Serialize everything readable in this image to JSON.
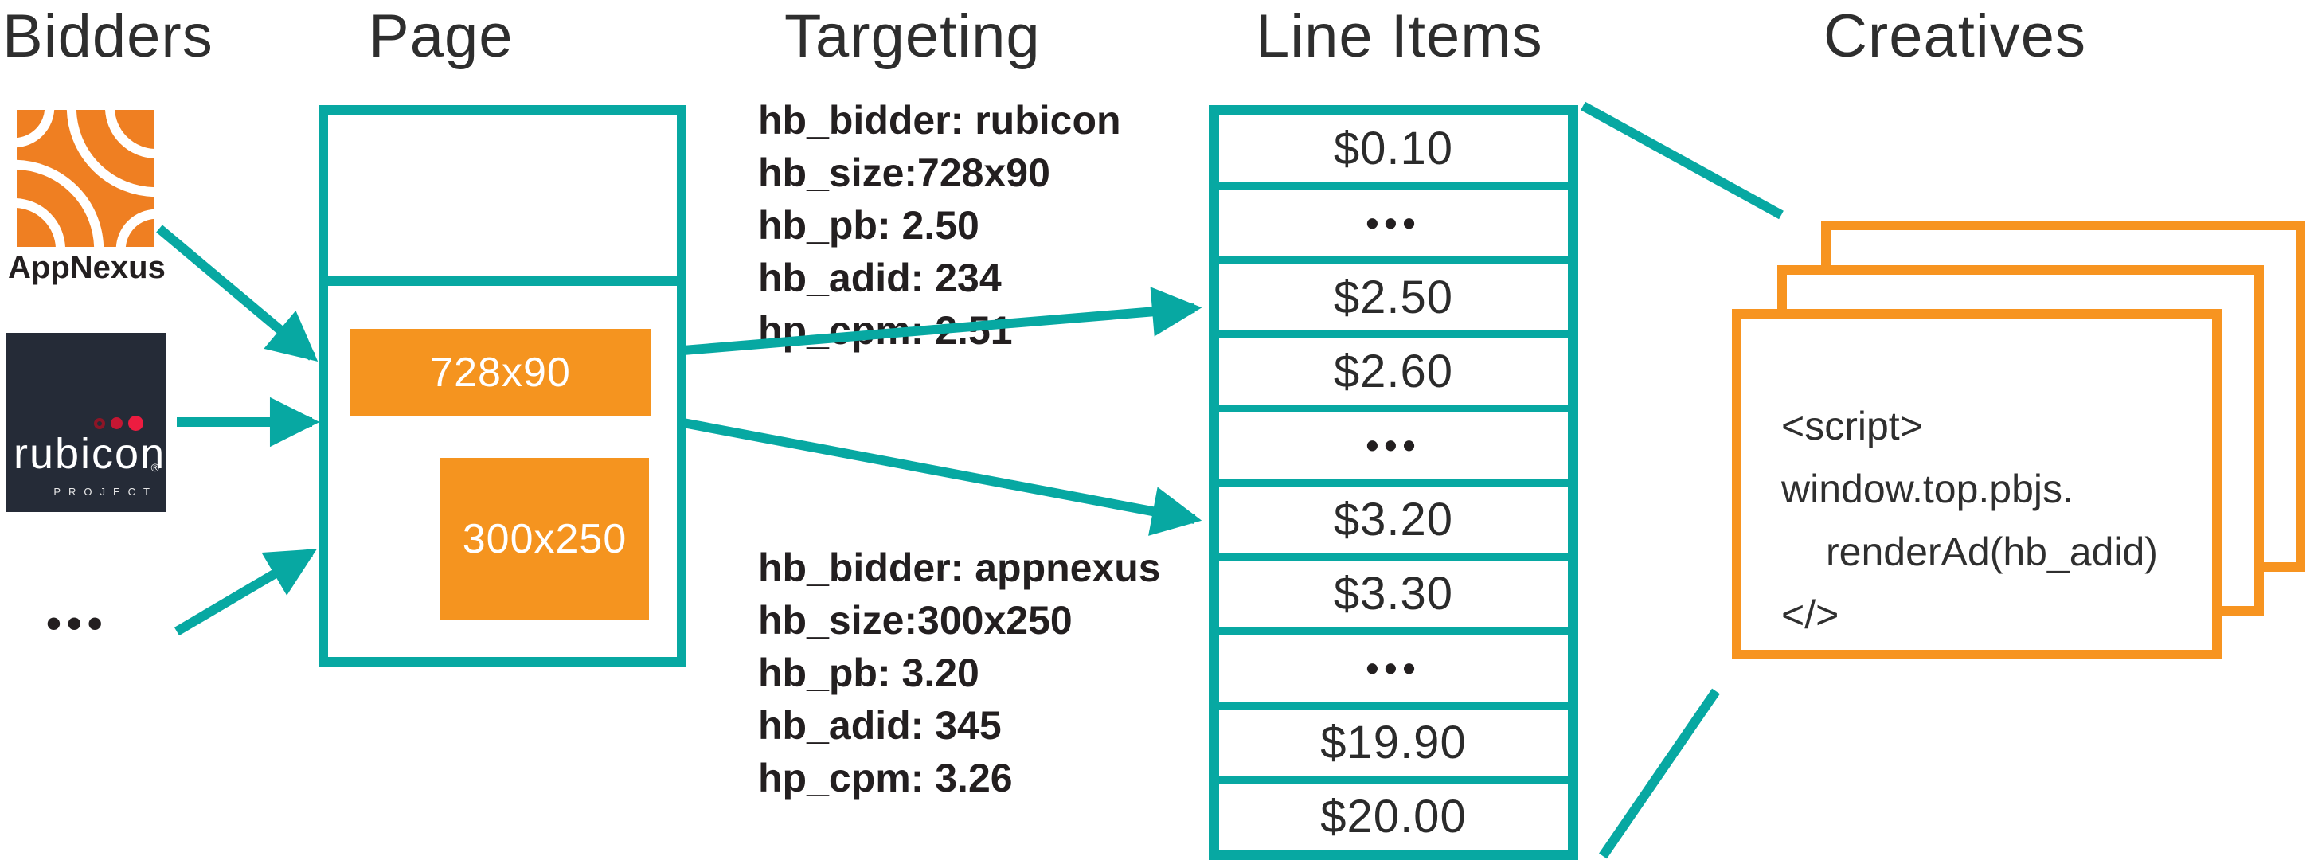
{
  "palette": {
    "teal": "#07a8a2",
    "slot_orange": "#f5941f",
    "creative_border_orange": "#f79420",
    "appnexus_orange": "#ef7f22",
    "rubicon_bg": "#252b37",
    "rubicon_red": "#ed1c40",
    "text_dark": "#231f20",
    "title_gray": "#2e2e2e"
  },
  "titles": {
    "bidders": "Bidders",
    "page": "Page",
    "targeting": "Targeting",
    "line_items": "Line Items",
    "creatives": "Creatives"
  },
  "bidders": {
    "appnexus_label": "AppNexus",
    "rubicon_wordmark": "rubicon",
    "rubicon_reg": "®",
    "rubicon_project": "PROJECT",
    "more_ellipsis": "•••"
  },
  "page": {
    "slots": [
      {
        "label": "728x90"
      },
      {
        "label": "300x250"
      }
    ]
  },
  "targeting": {
    "blocks": [
      {
        "lines": [
          "hb_bidder: rubicon",
          "hb_size:728x90",
          "hb_pb: 2.50",
          "hb_adid: 234",
          "hp_cpm: 2.51"
        ]
      },
      {
        "lines": [
          "hb_bidder: appnexus",
          "hb_size:300x250",
          "hb_pb: 3.20",
          "hb_adid: 345",
          "hp_cpm: 3.26"
        ]
      }
    ]
  },
  "line_items": {
    "rows": [
      "$0.10",
      "•••",
      "$2.50",
      "$2.60",
      "•••",
      "$3.20",
      "$3.30",
      "•••",
      "$19.90",
      "$20.00"
    ]
  },
  "creatives": {
    "code_lines": [
      "<script>",
      "window.top.pbjs.",
      "renderAd(hb_adid)",
      "</>"
    ]
  },
  "icons": {
    "appnexus_logo": "pinwheel-arcs-icon",
    "rubicon_dots": "three-circles-icon",
    "arrows": "teal-arrow"
  }
}
